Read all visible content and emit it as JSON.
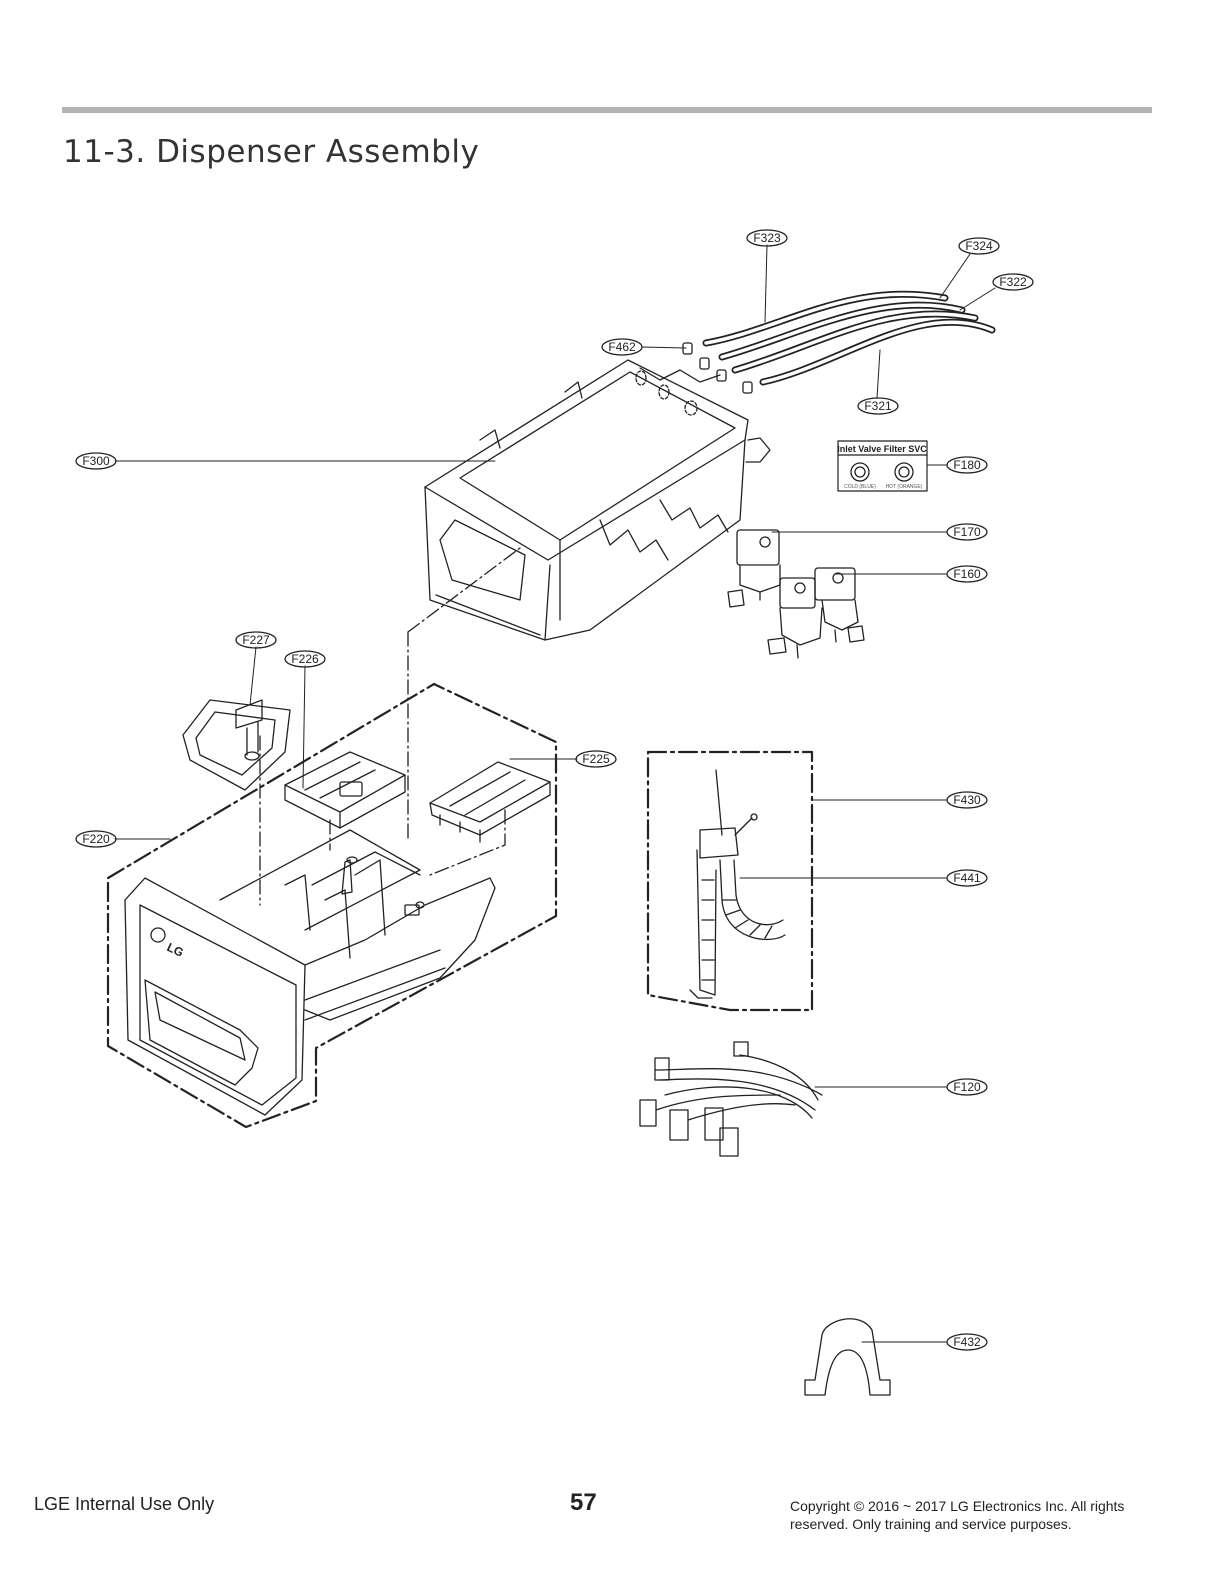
{
  "header": {
    "title": "11-3. Dispenser Assembly"
  },
  "inlet_label": {
    "title": "Inlet Valve Filter SVC",
    "cold": "COLD (BLUE)",
    "hot": "HOT (ORANGE)"
  },
  "callouts": {
    "F323": "F323",
    "F324": "F324",
    "F322": "F322",
    "F462": "F462",
    "F321": "F321",
    "F300": "F300",
    "F180": "F180",
    "F170": "F170",
    "F160": "F160",
    "F227": "F227",
    "F226": "F226",
    "F225": "F225",
    "F220": "F220",
    "F430": "F430",
    "F441": "F441",
    "F120": "F120",
    "F432": "F432"
  },
  "drawer_logo": "LG",
  "footer": {
    "left": "LGE Internal Use Only",
    "page": "57",
    "copyright_line1": "Copyright © 2016 ~ 2017 LG Electronics Inc. All rights",
    "copyright_line2": "reserved. Only training and service purposes."
  }
}
